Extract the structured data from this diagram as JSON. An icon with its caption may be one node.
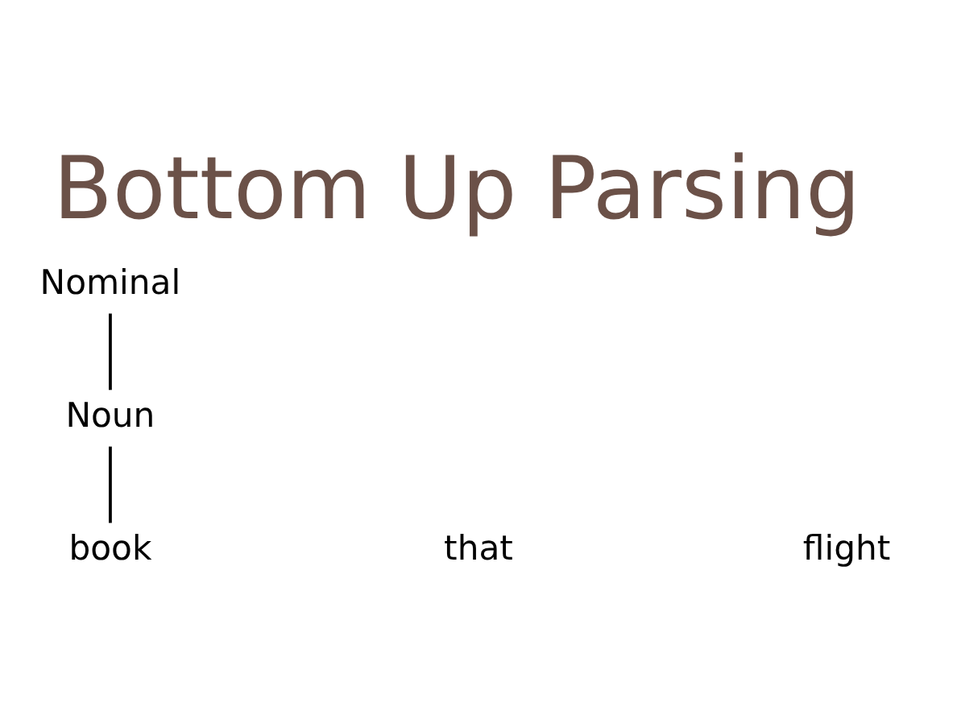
{
  "diagram": {
    "title": "Bottom Up Parsing",
    "nodes": [
      {
        "text": [
          "Nominal"
        ]
      },
      {
        "text": [
          "Noun"
        ]
      },
      {
        "text": [
          "book"
        ]
      }
    ],
    "edges": [
      {
        "from": 0,
        "to": 1,
        "arrow": "none"
      },
      {
        "from": 1,
        "to": 2,
        "arrow": "none"
      }
    ],
    "labels": [
      "that",
      "flight"
    ]
  }
}
